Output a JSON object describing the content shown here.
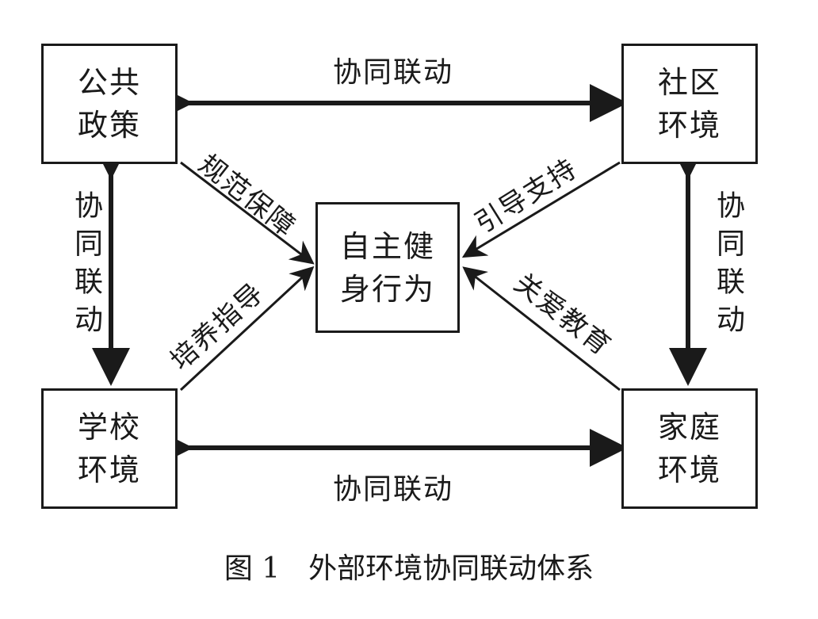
{
  "nodes": {
    "public_policy": {
      "line1": "公共",
      "line2": "政策"
    },
    "community": {
      "line1": "社区",
      "line2": "环境"
    },
    "school": {
      "line1": "学校",
      "line2": "环境"
    },
    "family": {
      "line1": "家庭",
      "line2": "环境"
    },
    "center": {
      "line1": "自主健",
      "line2": "身行为"
    }
  },
  "edge_labels": {
    "top": "协同联动",
    "bottom": "协同联动",
    "left": "协同联动",
    "right": "协同联动",
    "policy_to_center": "规范保障",
    "community_to_center": "引导支持",
    "school_to_center": "培养指导",
    "family_to_center": "关爱教育"
  },
  "caption": "图 1　外部环境协同联动体系",
  "colors": {
    "line": "#1a1a1a",
    "background": "#ffffff"
  }
}
